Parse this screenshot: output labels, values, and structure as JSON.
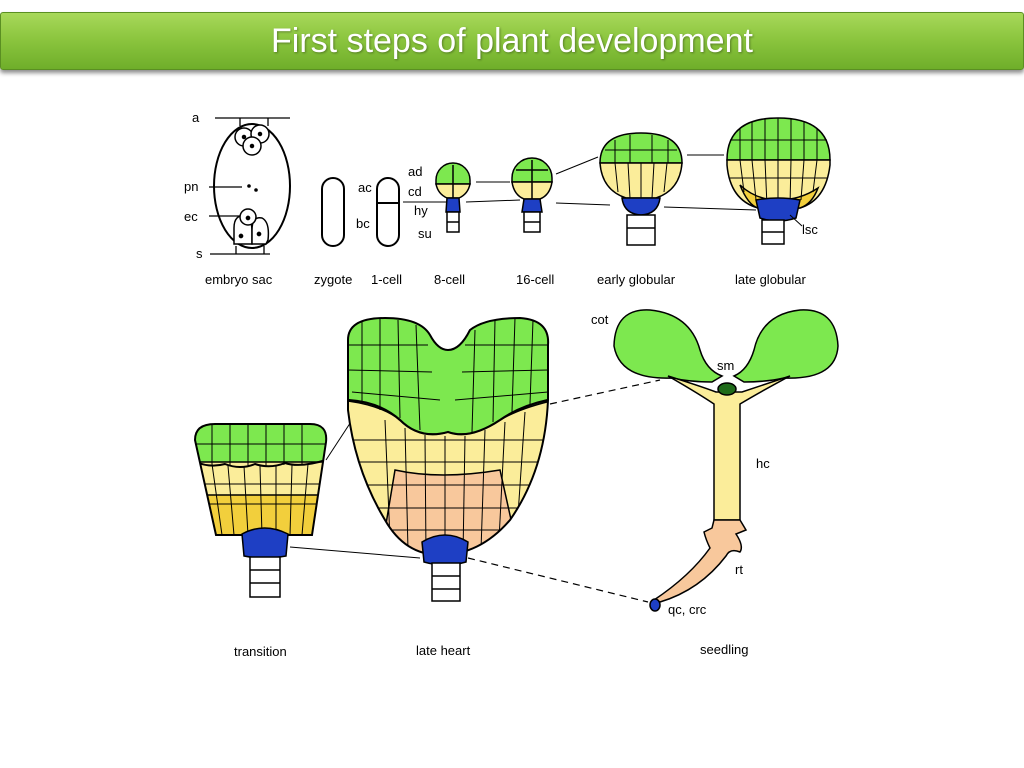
{
  "title": "First steps of plant development",
  "labels": {
    "a": "a",
    "pn": "pn",
    "ec": "ec",
    "s": "s",
    "ac": "ac",
    "bc": "bc",
    "ad": "ad",
    "cd": "cd",
    "hy": "hy",
    "su": "su",
    "lsc": "lsc",
    "cot": "cot",
    "sm": "sm",
    "hc": "hc",
    "rt": "rt",
    "qc_crc": "qc, crc"
  },
  "stages": {
    "embryo_sac": "embryo sac",
    "zygote": "zygote",
    "one_cell": "1-cell",
    "eight_cell": "8-cell",
    "sixteen_cell": "16-cell",
    "early_globular": "early globular",
    "late_globular": "late globular",
    "transition": "transition",
    "late_heart": "late heart",
    "seedling": "seedling"
  },
  "colors": {
    "green": "#7de84f",
    "yellow": "#fbed9a",
    "gold": "#f2cf3c",
    "peach": "#f8c89c",
    "blue": "#1e3fc4",
    "dark_green": "#1f6b1a",
    "outline": "#000000"
  }
}
